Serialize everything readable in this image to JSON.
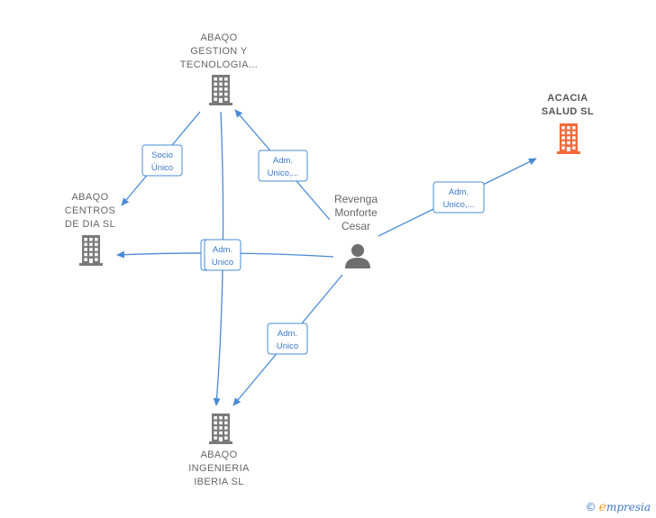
{
  "colors": {
    "edge": "#4a8bd6",
    "company_icon": "#7a7a7a",
    "company_icon_highlight": "#f26a3b",
    "person_icon": "#6e6e6e"
  },
  "nodes": [
    {
      "id": "abaqo_gestion",
      "type": "company",
      "highlight": false,
      "label_lines": [
        "ABAQO",
        "GESTION Y",
        "TECNOLOGIA..."
      ]
    },
    {
      "id": "acacia_salud",
      "type": "company",
      "highlight": true,
      "label_lines": [
        "ACACIA",
        "SALUD SL"
      ]
    },
    {
      "id": "abaqo_centros",
      "type": "company",
      "highlight": false,
      "label_lines": [
        "ABAQO",
        "CENTROS",
        "DE DIA SL"
      ]
    },
    {
      "id": "abaqo_ingenieria",
      "type": "company",
      "highlight": false,
      "label_lines": [
        "ABAQO",
        "INGENIERIA",
        "IBERIA SL"
      ]
    },
    {
      "id": "revenga",
      "type": "person",
      "highlight": false,
      "label_lines": [
        "Revenga",
        "Monforte",
        "Cesar"
      ]
    }
  ],
  "edges": [
    {
      "id": "e1",
      "from": "abaqo_gestion",
      "to": "abaqo_centros",
      "label_lines": [
        "Socio",
        "Único"
      ]
    },
    {
      "id": "e2",
      "from": "revenga",
      "to": "abaqo_gestion",
      "label_lines": [
        "Adm.",
        "Unico,..."
      ]
    },
    {
      "id": "e3",
      "from": "revenga",
      "to": "acacia_salud",
      "label_lines": [
        "Adm.",
        "Unico,..."
      ]
    },
    {
      "id": "e4",
      "from": "revenga",
      "to": "abaqo_centros",
      "label_lines": [
        "Adm.",
        "Unico"
      ]
    },
    {
      "id": "e5",
      "from": "abaqo_gestion",
      "to": "abaqo_ingenieria",
      "label_lines": [
        "Adm.",
        "Unico"
      ]
    },
    {
      "id": "e6",
      "from": "revenga",
      "to": "abaqo_ingenieria",
      "label_lines": [
        "Adm.",
        "Unico"
      ]
    }
  ],
  "footer": {
    "copyright": "©",
    "brand_initial": "e",
    "brand_rest": "mpresia"
  }
}
